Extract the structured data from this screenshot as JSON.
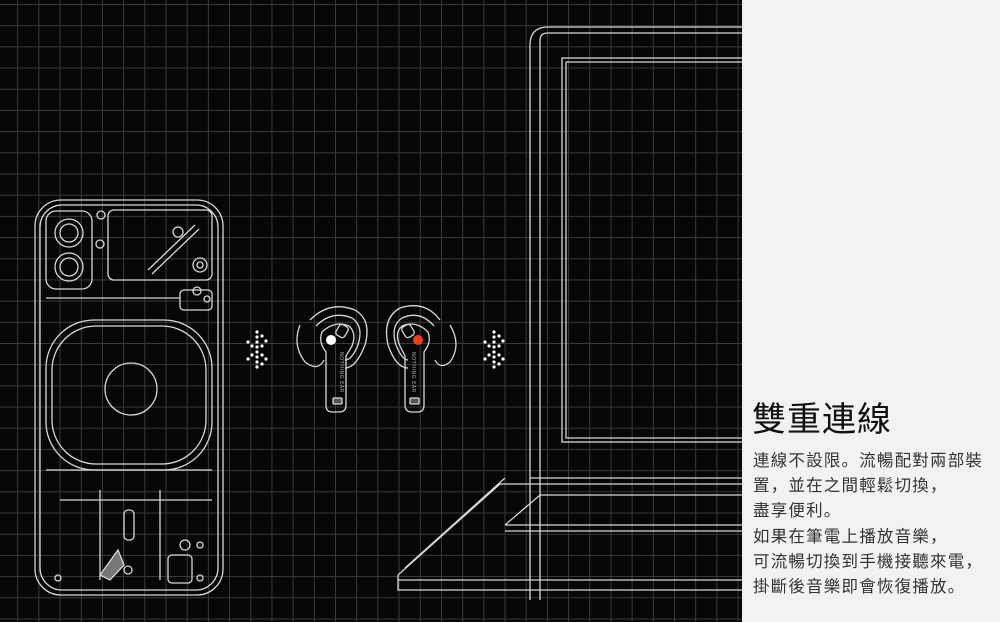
{
  "feature": {
    "title": "雙重連線",
    "lines": [
      "連線不設限。流暢配對兩部裝",
      "置，並在之間輕鬆切換，",
      "盡享便利。",
      "如果在筆電上播放音樂，",
      "可流暢切換到手機接聽來電，",
      "掛斷後音樂即會恢復播放。"
    ]
  },
  "illustration": {
    "earbud_label": "NOTHING EAR",
    "left_indicator_color": "#ffffff",
    "right_indicator_color": "#e8401e",
    "line_color": "#d8d8d8"
  }
}
